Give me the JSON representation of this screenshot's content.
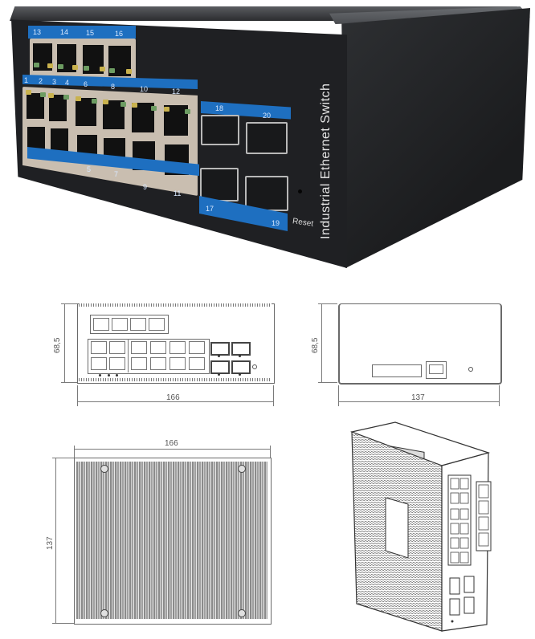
{
  "photo": {
    "product_label": "Industrial Ethernet Switch",
    "reset_label": "Reset",
    "top_port_numbers": [
      "13",
      "14",
      "15",
      "16"
    ],
    "upper_row_numbers": [
      "1",
      "2",
      "3",
      "4",
      "6",
      "8",
      "10",
      "12"
    ],
    "lower_row_numbers": [
      "5",
      "7",
      "9",
      "11"
    ],
    "sfp_top_numbers": [
      "18",
      "20"
    ],
    "sfp_bottom_numbers": [
      "17",
      "19"
    ],
    "colors": {
      "chassis": "#1f2023",
      "label_strip": "#1e6fc0",
      "led_yellow": "#c9b24e",
      "led_green": "#6d9c62"
    }
  },
  "front_view": {
    "height_dim": "68,5",
    "width_dim": "166"
  },
  "side_view": {
    "height_dim": "68,5",
    "width_dim": "137"
  },
  "top_view": {
    "width_dim": "166",
    "height_dim": "137"
  },
  "iso_view": {
    "description": "isometric line drawing"
  }
}
